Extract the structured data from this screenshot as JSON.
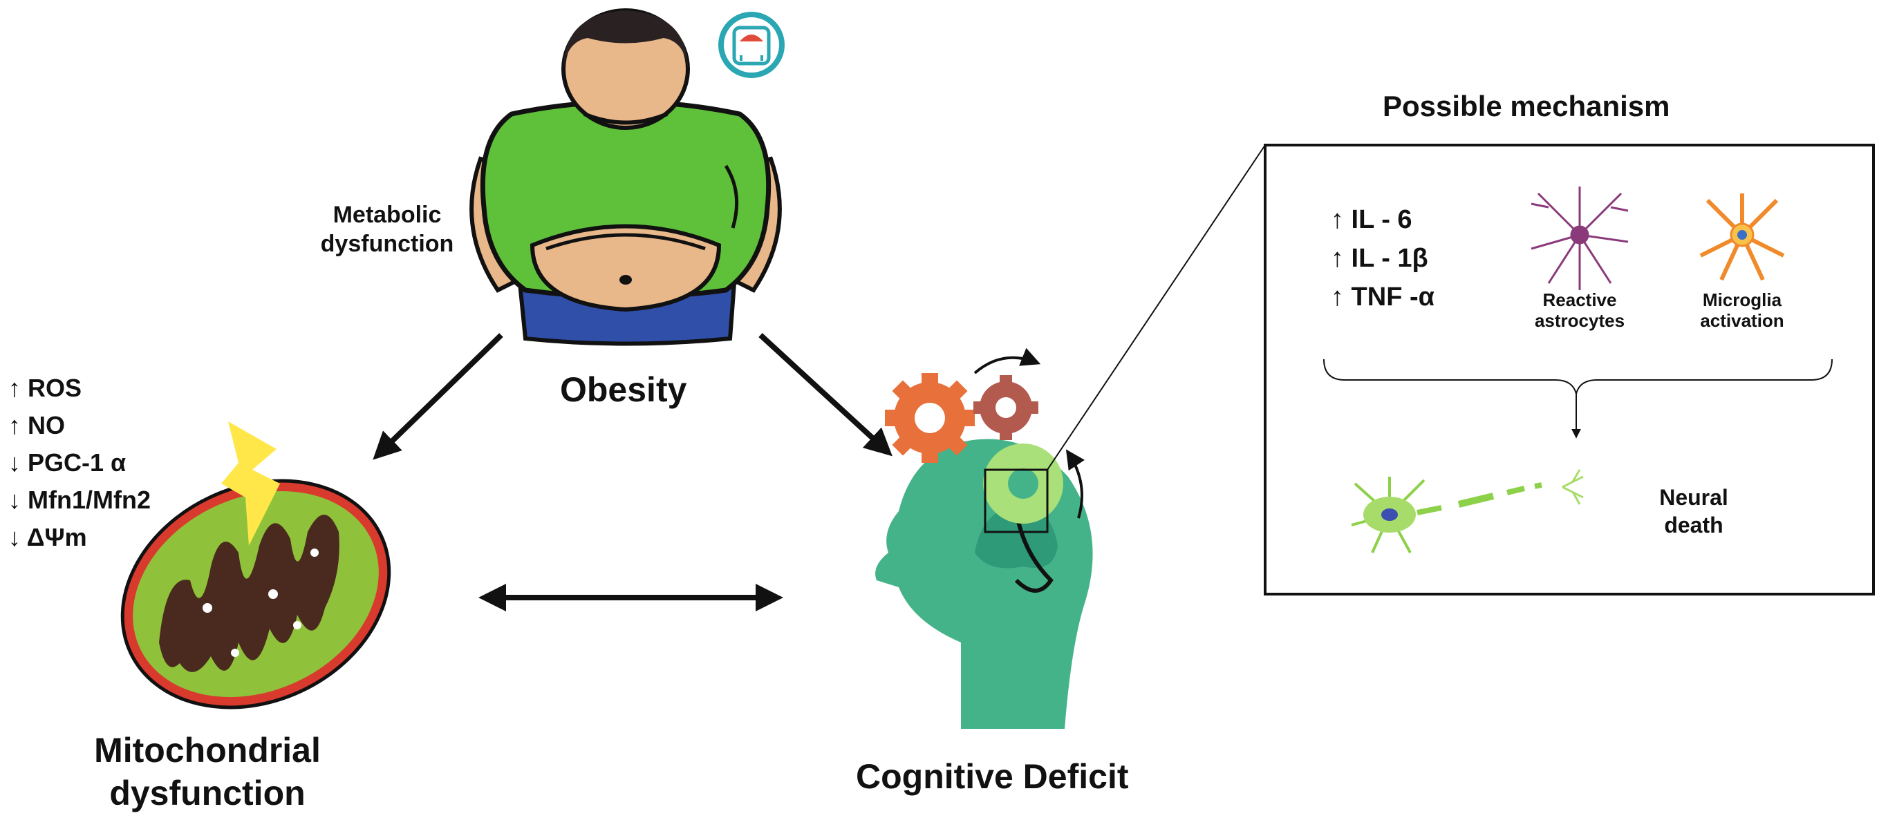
{
  "center": {
    "obesity": "Obesity",
    "metabolic": [
      "Metabolic",
      "dysfunction"
    ]
  },
  "mito": {
    "title": [
      "Mitochondrial",
      "dysfunction"
    ],
    "markers": [
      "↑ ROS",
      "↑ NO",
      "↓ PGC-1 α",
      "↓ Mfn1/Mfn2",
      "↓ ΔΨm"
    ]
  },
  "cognitive": {
    "title": "Cognitive Deficit"
  },
  "mechanism": {
    "title": "Possible mechanism",
    "cytokines": [
      "↑ IL  - 6",
      "↑ IL  - 1β",
      "↑ TNF  -α"
    ],
    "astro": [
      "Reactive",
      "astrocytes"
    ],
    "micro": [
      "Microglia",
      "activation"
    ],
    "death": [
      "Neural",
      "death"
    ]
  },
  "colors": {
    "shirt": "#5fc03a",
    "skin": "#e9b88a",
    "hair": "#2a2222",
    "pants": "#2f4fa8",
    "head": "#45b38a",
    "gear_orange": "#e8703a",
    "gear_brown": "#b35a4e",
    "mito_outer": "#d83a2e",
    "mito_mid": "#8fc23a",
    "mito_inner": "#4a2a1e",
    "bolt": "#ffe74a",
    "astro": "#8a3a7a",
    "micro": "#f08a2a",
    "neuron": "#8dd14a",
    "scale": "#2aa7b3"
  }
}
